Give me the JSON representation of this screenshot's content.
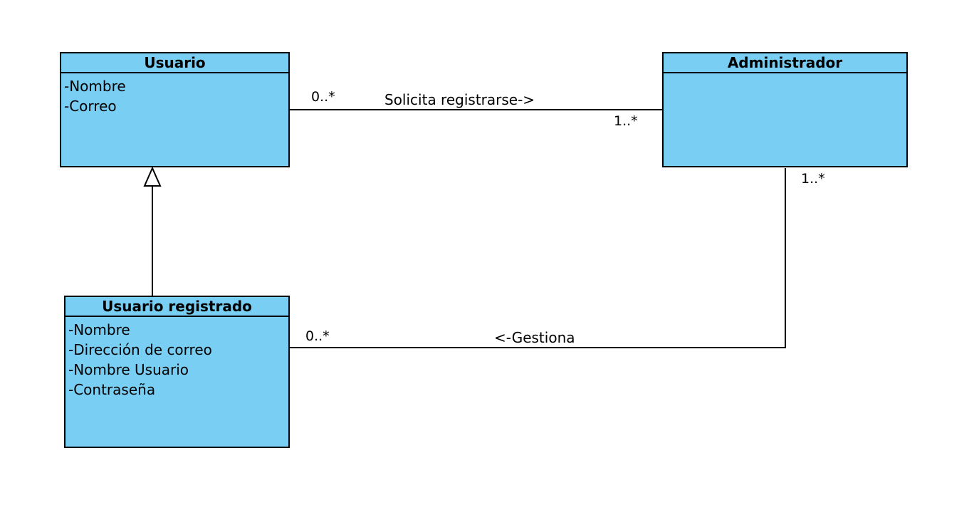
{
  "classes": {
    "usuario": {
      "name": "Usuario",
      "attributes": [
        "-Nombre",
        "-Correo"
      ]
    },
    "administrador": {
      "name": "Administrador",
      "attributes": []
    },
    "usuario_registrado": {
      "name": "Usuario registrado",
      "attributes": [
        "-Nombre",
        "-Dirección de correo",
        "-Nombre Usuario",
        "-Contraseña"
      ]
    }
  },
  "associations": {
    "solicita": {
      "label": "Solicita registrarse->",
      "source_multiplicity": "0..*",
      "target_multiplicity": "1..*"
    },
    "gestiona": {
      "label": "<-Gestiona",
      "source_multiplicity": "0..*",
      "target_multiplicity": "1..*"
    }
  },
  "colors": {
    "class_fill": "#79cef4",
    "line": "#000000"
  }
}
